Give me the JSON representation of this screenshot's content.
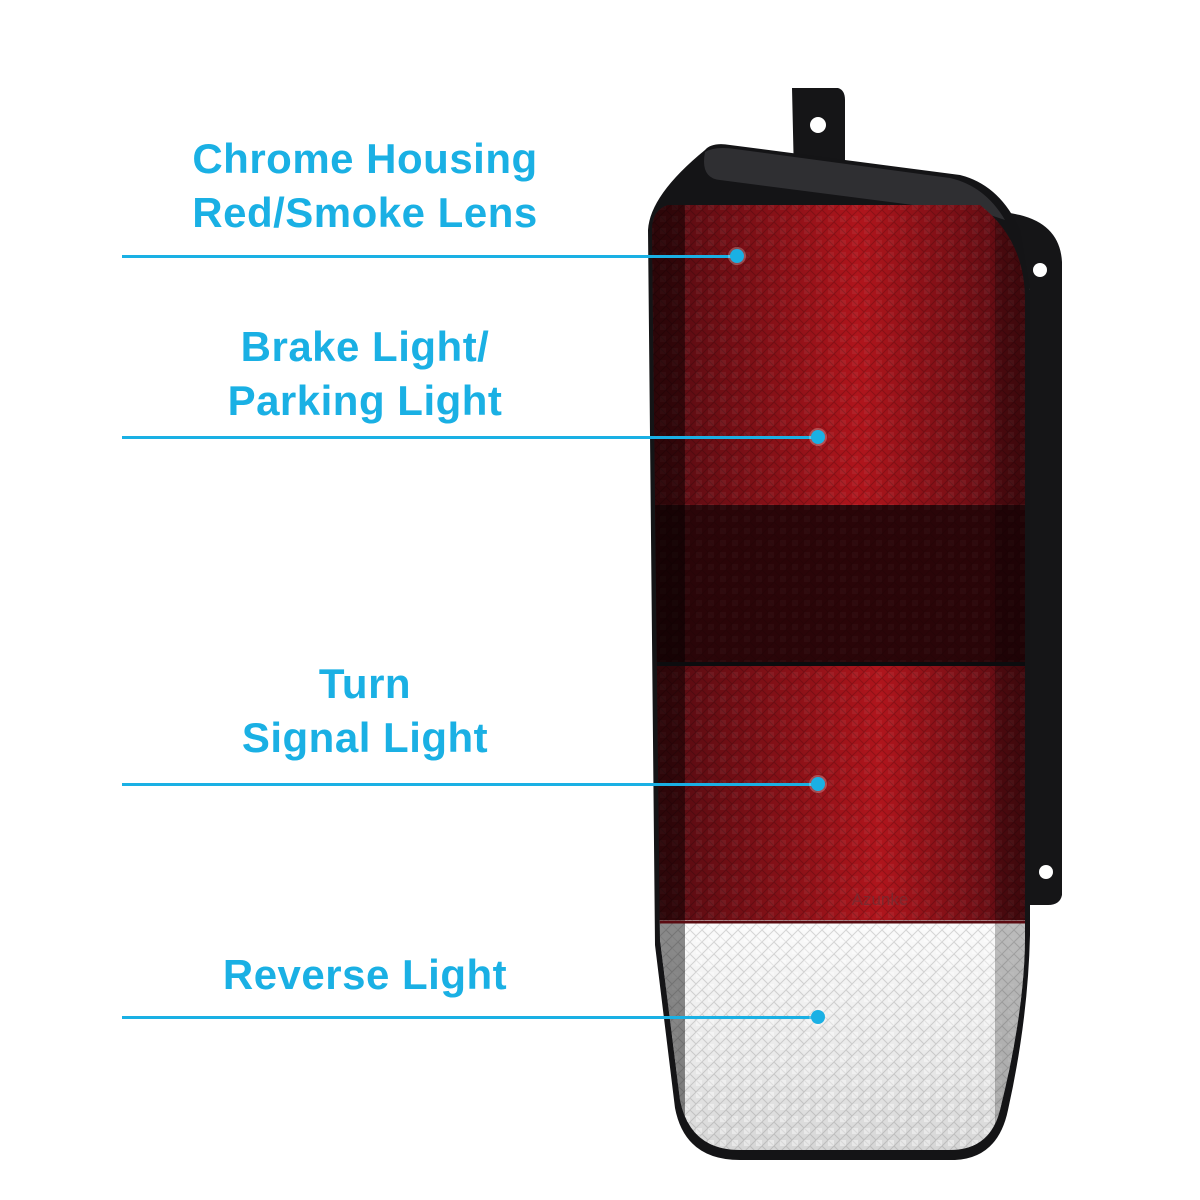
{
  "accent_color": "#1ab0e4",
  "lens_colors": {
    "red_bright": "#b0151c",
    "red_dark": "#4a0a10",
    "smoke": "#2a0508",
    "clear": "#f3f3f3",
    "housing": "#121214"
  },
  "brand": "Azunke",
  "callouts": [
    {
      "id": "housing-lens",
      "lines": [
        "Chrome Housing",
        "Red/Smoke Lens"
      ],
      "icon": "callout-dot"
    },
    {
      "id": "brake-parking",
      "lines": [
        "Brake Light/",
        "Parking Light"
      ],
      "icon": "callout-dot"
    },
    {
      "id": "turn-signal",
      "lines": [
        "Turn",
        "Signal Light"
      ],
      "icon": "callout-dot"
    },
    {
      "id": "reverse",
      "lines": [
        "Reverse Light"
      ],
      "icon": "callout-dot"
    }
  ]
}
